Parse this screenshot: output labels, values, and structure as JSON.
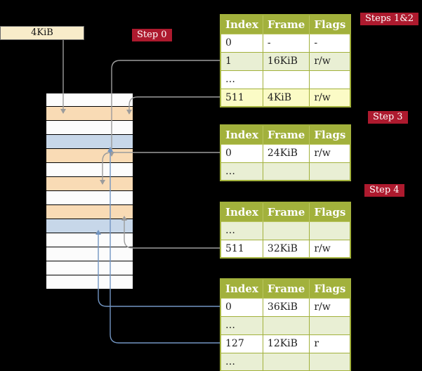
{
  "frame_size_label": "4KiB",
  "badges": {
    "step0": "Step 0",
    "steps12": "Steps 1&2",
    "step3": "Step 3",
    "step4": "Step 4"
  },
  "memory_stack": {
    "cells": [
      "white",
      "peach",
      "white",
      "blue",
      "peach",
      "white",
      "peach",
      "white",
      "peach",
      "blue",
      "white",
      "white",
      "white",
      "white"
    ]
  },
  "page_tables": [
    {
      "name": "level4-table",
      "header": [
        "Index",
        "Frame",
        "Flags"
      ],
      "rows": [
        {
          "cells": [
            "0",
            "-",
            "-"
          ],
          "bg": "white"
        },
        {
          "cells": [
            "1",
            "16KiB",
            "r/w"
          ],
          "bg": "green"
        },
        {
          "cells": [
            "…",
            "",
            ""
          ],
          "bg": "white"
        },
        {
          "cells": [
            "511",
            "4KiB",
            "r/w"
          ],
          "bg": "yellow"
        }
      ]
    },
    {
      "name": "level3-table",
      "header": [
        "Index",
        "Frame",
        "Flags"
      ],
      "rows": [
        {
          "cells": [
            "0",
            "24KiB",
            "r/w"
          ],
          "bg": "white"
        },
        {
          "cells": [
            "…",
            "",
            ""
          ],
          "bg": "green"
        }
      ]
    },
    {
      "name": "level2-table",
      "header": [
        "Index",
        "Frame",
        "Flags"
      ],
      "rows": [
        {
          "cells": [
            "…",
            "",
            ""
          ],
          "bg": "green"
        },
        {
          "cells": [
            "511",
            "32KiB",
            "r/w"
          ],
          "bg": "white"
        }
      ]
    },
    {
      "name": "level1-table",
      "header": [
        "Index",
        "Frame",
        "Flags"
      ],
      "rows": [
        {
          "cells": [
            "0",
            "36KiB",
            "r/w"
          ],
          "bg": "white"
        },
        {
          "cells": [
            "…",
            "",
            ""
          ],
          "bg": "green"
        },
        {
          "cells": [
            "127",
            "12KiB",
            "r"
          ],
          "bg": "white"
        },
        {
          "cells": [
            "…",
            "",
            ""
          ],
          "bg": "green"
        }
      ]
    }
  ],
  "colors": {
    "background": "#000000",
    "table_header_olive": "#a2b13c",
    "row_green": "#e9efd4",
    "row_highlight_yellow": "#fbfbc6",
    "badge_red": "#ad1a2e",
    "frame_peach": "#f9dbb5",
    "frame_blue": "#c7d7e9",
    "label_box_cream": "#f8ecca",
    "arrow_gray": "#9c9c9c",
    "arrow_blue": "#7295c2"
  }
}
